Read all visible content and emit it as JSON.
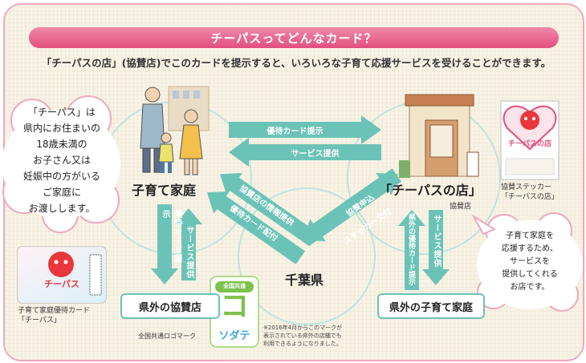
{
  "title": "チーパスってどんなカード？",
  "description": "「チーパスの店」(協賛店)でこのカードを提示すると、いろいろな子育て応援サービスを受けることができます。",
  "left_cloud_text": "「チーパス」は\n県内にお住まいの\n18歳未満の\nお子さん又は\n妊娠中の方がいる\nご家庭に\nお渡しします。",
  "right_cloud_text": "子育て家庭を\n応援するため、\nサービスを\n提供してくれる\nお店です。",
  "nodes": {
    "family": "子育て家庭",
    "shop": "「チーパスの店」",
    "shop_tag": "協賛店",
    "chiba": "千葉県",
    "outside_shop": "県外の協賛店",
    "outside_family": "県外の子育て家庭"
  },
  "arrows": {
    "card_present": "優待カード提示",
    "service": "サービス提供",
    "info_provide": "協賛店の情報提供",
    "card_distribute": "優待カード配付",
    "apply": "協賛申込",
    "sticker": "ステッカー交付",
    "out_card_left": "優待カード提示",
    "out_service_left": "サービス提供",
    "out_card_right": "県外の優待カード提示",
    "out_service_right": "サービス提供"
  },
  "card_caption": [
    "子育て家庭優待カード",
    "「チーパス」"
  ],
  "card_label": "チーパス",
  "sticker_caption": [
    "協賛ステッカー",
    "「チーパスの店」"
  ],
  "sticker_label": "チーパスの店",
  "logo": {
    "badge": "全国共通",
    "big": "コ",
    "word": "ソダテ",
    "caption": "全国共通ロゴマーク",
    "note": "※2016年4月からこのマークが\n表示されている県外の店舗でも\n利用できるようになりました。"
  },
  "colors": {
    "teal": "#6bc3b7",
    "pink": "#e24f7e",
    "card_red": "#e8383d"
  }
}
